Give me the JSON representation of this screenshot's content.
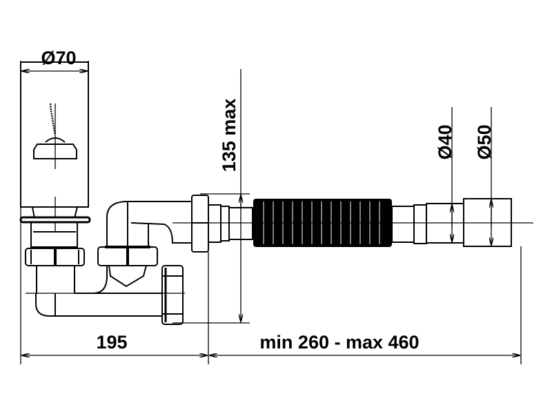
{
  "dimensions": {
    "inlet_diameter": "Ø70",
    "height": "135 max",
    "outlet_inner_diameter": "Ø40",
    "outlet_outer_diameter": "Ø50",
    "trap_length": "195",
    "hose_length": "min 260 - max 460"
  },
  "colors": {
    "line": "#000000",
    "background": "#ffffff"
  }
}
